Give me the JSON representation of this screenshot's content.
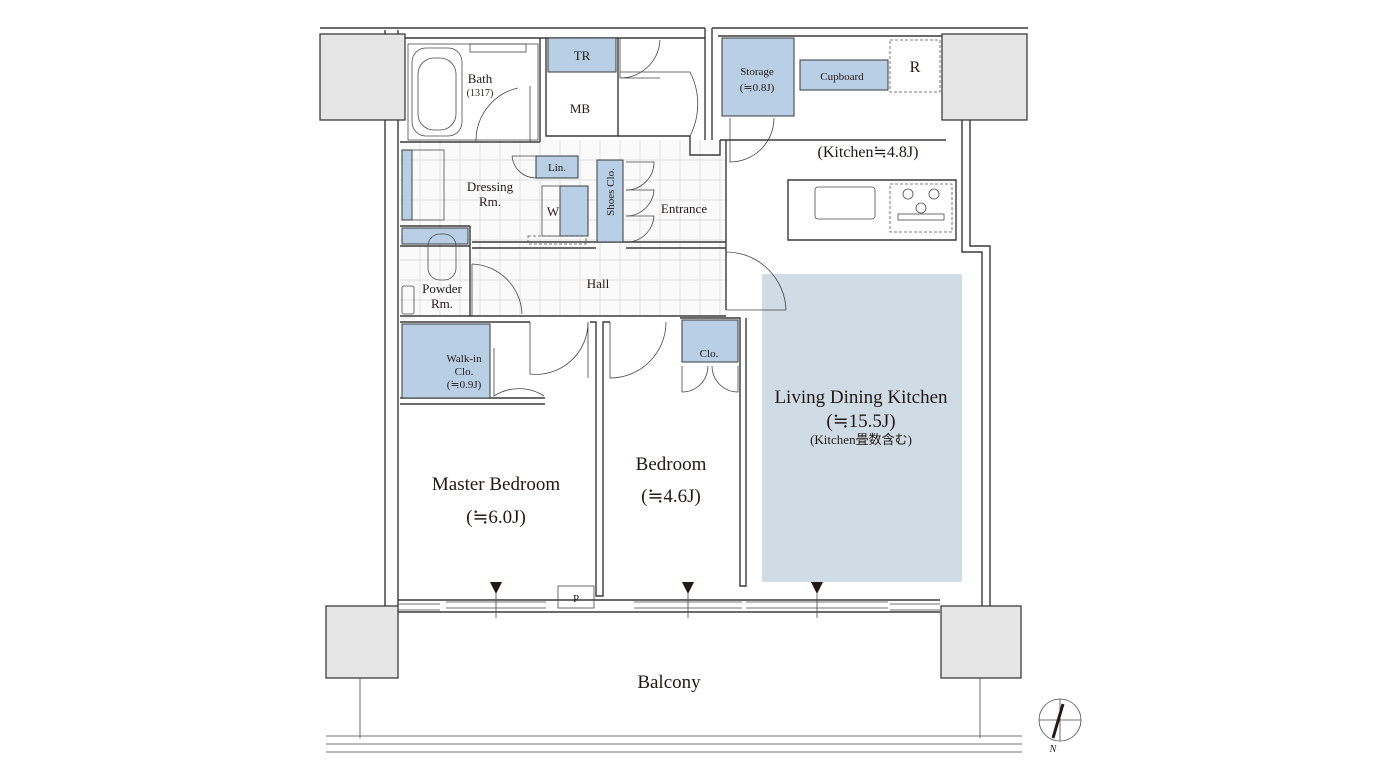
{
  "colors": {
    "fixture_fill": "#b9cfe6",
    "ldk_fill": "#cfdbe5",
    "column_fill": "#e6e6e6",
    "wall_stroke": "#3a3a3a"
  },
  "rooms": {
    "bath": {
      "name": "Bath",
      "size": "(1317)"
    },
    "tr": "TR",
    "mb": "MB",
    "lin": "Lin.",
    "shoes_clo": "Shoes Clo.",
    "w": "W",
    "dressing": {
      "line1": "Dressing",
      "line2": "Rm."
    },
    "entrance": "Entrance",
    "powder": {
      "line1": "Powder",
      "line2": "Rm."
    },
    "hall": "Hall",
    "walkin": {
      "line1": "Walk-in",
      "line2": "Clo.",
      "line3": "(≒0.9J)"
    },
    "clo": "Clo.",
    "master_bedroom": {
      "name": "Master Bedroom",
      "size": "(≒6.0J)"
    },
    "bedroom": {
      "name": "Bedroom",
      "size": "(≒4.6J)"
    },
    "storage": {
      "name": "Storage",
      "size": "(≒0.8J)"
    },
    "cupboard": "Cupboard",
    "refrigerator": "R",
    "kitchen": "(Kitchen≒4.8J)",
    "ldk": {
      "name": "Living Dining Kitchen",
      "size": "(≒15.5J)",
      "note": "(Kitchen畳数含む)"
    },
    "pipe_space": "P",
    "balcony": "Balcony"
  },
  "compass": {
    "north_label": "N"
  }
}
